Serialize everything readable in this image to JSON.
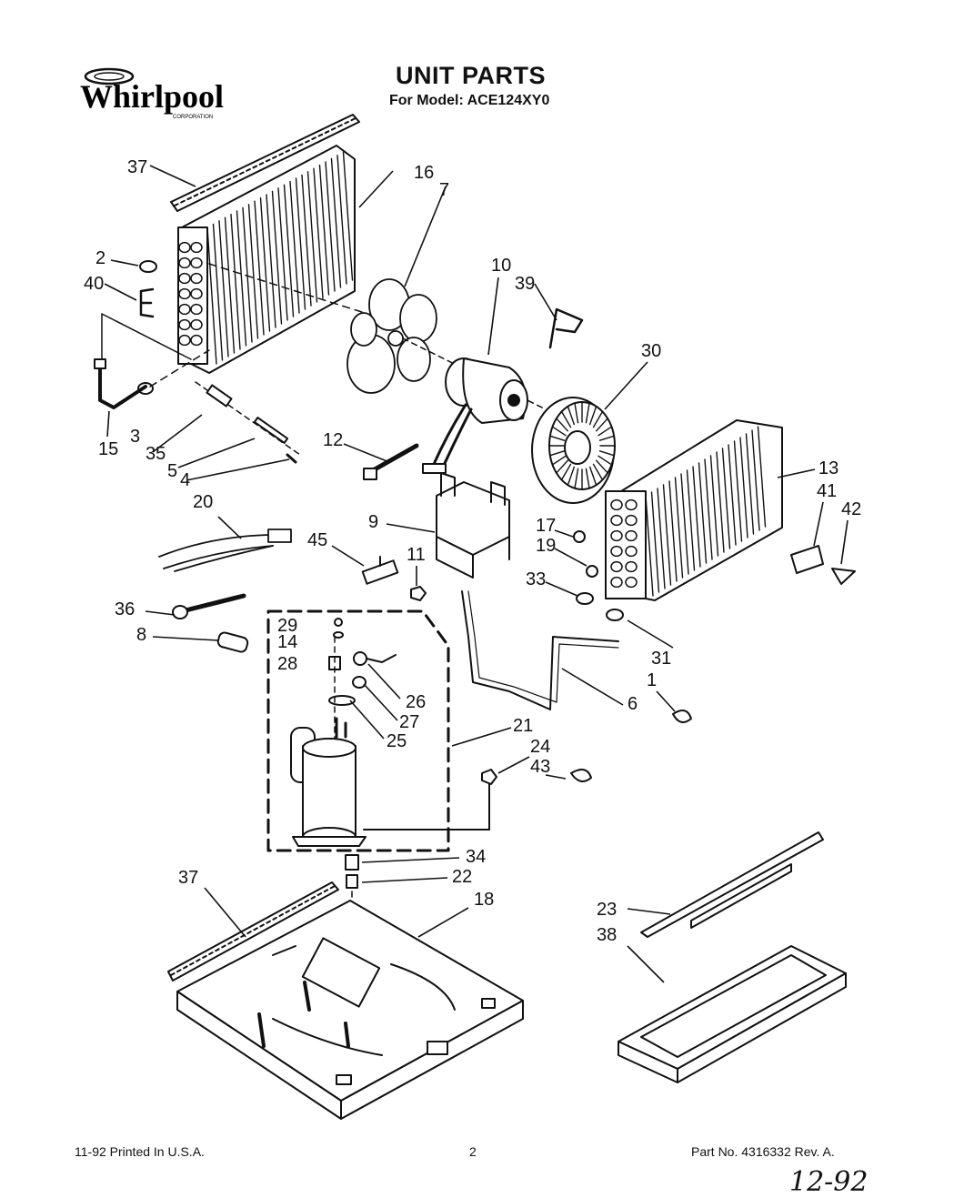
{
  "header": {
    "brand": "Whirlpool",
    "brand_sub": "CORPORATION",
    "title": "UNIT PARTS",
    "subtitle": "For Model: ACE124XY0"
  },
  "footer": {
    "left": "11-92 Printed In U.S.A.",
    "center": "2",
    "right": "Part No. 4316332 Rev. A.",
    "handwritten": "12-92"
  },
  "labels": [
    {
      "id": "l37a",
      "text": "37"
    },
    {
      "id": "l16",
      "text": "16"
    },
    {
      "id": "l7",
      "text": "7"
    },
    {
      "id": "l2",
      "text": "2"
    },
    {
      "id": "l40",
      "text": "40"
    },
    {
      "id": "l10",
      "text": "10"
    },
    {
      "id": "l39",
      "text": "39"
    },
    {
      "id": "l30",
      "text": "30"
    },
    {
      "id": "l15",
      "text": "15"
    },
    {
      "id": "l3",
      "text": "3"
    },
    {
      "id": "l35",
      "text": "35"
    },
    {
      "id": "l5",
      "text": "5"
    },
    {
      "id": "l4",
      "text": "4"
    },
    {
      "id": "l12",
      "text": "12"
    },
    {
      "id": "l13",
      "text": "13"
    },
    {
      "id": "l41",
      "text": "41"
    },
    {
      "id": "l42",
      "text": "42"
    },
    {
      "id": "l20",
      "text": "20"
    },
    {
      "id": "l9",
      "text": "9"
    },
    {
      "id": "l17",
      "text": "17"
    },
    {
      "id": "l19",
      "text": "19"
    },
    {
      "id": "l45",
      "text": "45"
    },
    {
      "id": "l11",
      "text": "11"
    },
    {
      "id": "l33",
      "text": "33"
    },
    {
      "id": "l36",
      "text": "36"
    },
    {
      "id": "l8",
      "text": "8"
    },
    {
      "id": "l29",
      "text": "29"
    },
    {
      "id": "l14",
      "text": "14"
    },
    {
      "id": "l28",
      "text": "28"
    },
    {
      "id": "l31",
      "text": "31"
    },
    {
      "id": "l26",
      "text": "26"
    },
    {
      "id": "l1",
      "text": "1"
    },
    {
      "id": "l27",
      "text": "27"
    },
    {
      "id": "l6",
      "text": "6"
    },
    {
      "id": "l25",
      "text": "25"
    },
    {
      "id": "l21",
      "text": "21"
    },
    {
      "id": "l24",
      "text": "24"
    },
    {
      "id": "l43",
      "text": "43"
    },
    {
      "id": "l34",
      "text": "34"
    },
    {
      "id": "l37b",
      "text": "37"
    },
    {
      "id": "l22",
      "text": "22"
    },
    {
      "id": "l18",
      "text": "18"
    },
    {
      "id": "l23",
      "text": "23"
    },
    {
      "id": "l38",
      "text": "38"
    }
  ]
}
